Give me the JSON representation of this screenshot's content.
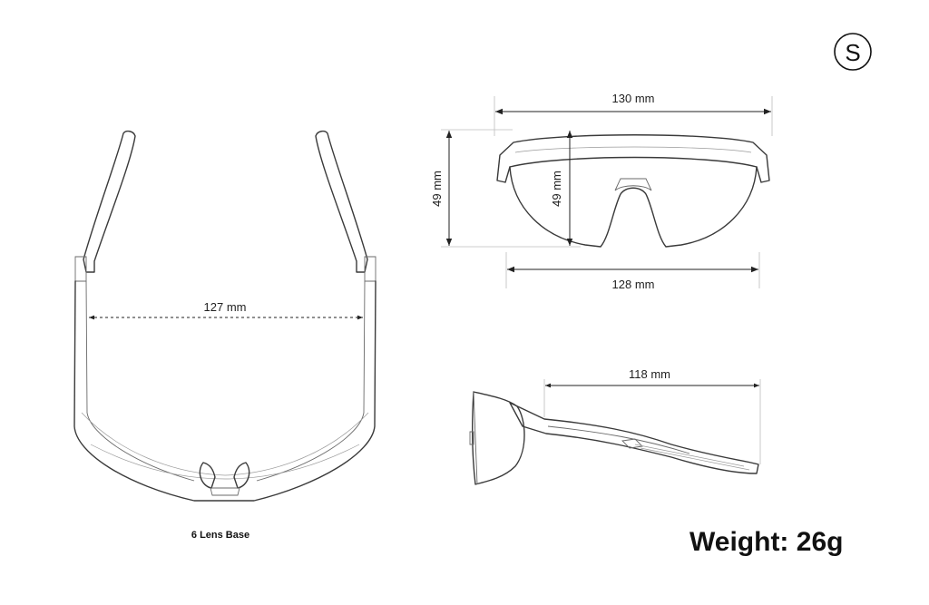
{
  "size_badge": "S",
  "top_view": {
    "width_label": "127 mm",
    "caption": "6 Lens Base"
  },
  "front_view": {
    "top_width_label": "130 mm",
    "bottom_width_label": "128 mm",
    "outer_height_label": "49 mm",
    "lens_height_label": "49 mm"
  },
  "side_view": {
    "temple_length_label": "118 mm"
  },
  "weight_label": "Weight: 26g"
}
